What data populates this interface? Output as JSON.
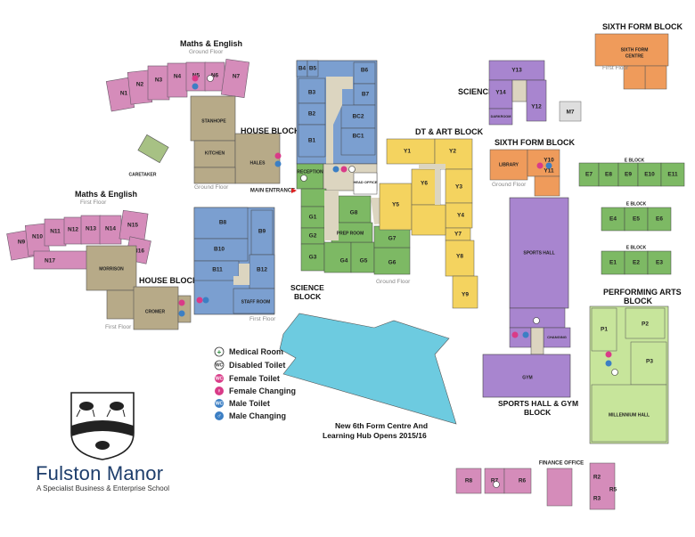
{
  "colors": {
    "pink": "#d58cba",
    "blue": "#7b9fd0",
    "khaki": "#b7aa88",
    "green": "#7db964",
    "yellow": "#f4d35f",
    "purple": "#a885cf",
    "orange": "#ef9b5b",
    "light_green": "#c7e59b",
    "cyan": "#6dcbe0",
    "corridor": "#dcd5c0"
  },
  "headings": {
    "maths_english_gf": "Maths & English",
    "ground_floor_1": "Ground Floor",
    "house_block_top": "HOUSE BLOCK",
    "caretaker": "CARETAKER",
    "ground_floor_2": "Ground Floor",
    "main_entrance": "MAIN ENTRANCE",
    "maths_english_ff": "Maths & English",
    "first_floor_1": "First Floor",
    "house_block_bottom": "HOUSE BLOCK",
    "first_floor_2": "First Floor",
    "first_floor_3": "First Floor",
    "science_block": "SCIENCE",
    "science_block_2": "BLOCK",
    "ground_floor_3": "Ground Floor",
    "dt_art": "DT & ART BLOCK",
    "science": "SCIENCE",
    "sixth_form_block_top": "SIXTH FORM BLOCK",
    "first_floor_4": "First Floor",
    "sixth_form_block": "SIXTH FORM BLOCK",
    "ground_floor_4": "Ground Floor",
    "e_block": "E BLOCK",
    "performing_arts": "PERFORMING ARTS",
    "performing_arts_2": "BLOCK",
    "sports_gym": "SPORTS HALL & GYM",
    "sports_gym_2": "BLOCK",
    "finance_office": "FINANCE OFFICE",
    "new_6th_form": "New 6th Form Centre And",
    "new_6th_form_2": "Learning Hub Opens 2015/16"
  },
  "legend": [
    {
      "label": "Medical Room",
      "icon": "medical-icon",
      "glyph": "+",
      "color": "#ffffff"
    },
    {
      "label": "Disabled Toilet",
      "icon": "disabled-toilet-icon",
      "glyph": "WC",
      "color": "#ffffff"
    },
    {
      "label": "Female Toilet",
      "icon": "female-toilet-icon",
      "glyph": "WC",
      "color": "#d93b88"
    },
    {
      "label": "Female Changing",
      "icon": "female-changing-icon",
      "glyph": "♀",
      "color": "#d93b88"
    },
    {
      "label": "Male Toilet",
      "icon": "male-toilet-icon",
      "glyph": "WC",
      "color": "#3c7fc4"
    },
    {
      "label": "Male Changing",
      "icon": "male-changing-icon",
      "glyph": "♂",
      "color": "#3c7fc4"
    }
  ],
  "rooms": {
    "n1": "N1",
    "n2": "N2",
    "n3": "N3",
    "n4": "N4",
    "n5": "N5",
    "n6": "N6",
    "n7": "N7",
    "stanhope": "STANHOPE",
    "kitchen": "KITCHEN",
    "hales": "HALES",
    "n9": "N9",
    "n10": "N10",
    "n11": "N11",
    "n12": "N12",
    "n13": "N13",
    "n14": "N14",
    "n15": "N15",
    "n16": "N16",
    "n17": "N17",
    "morrison": "MORRISON",
    "cromer": "CROMER",
    "b8": "B8",
    "b9": "B9",
    "b10": "B10",
    "b11": "B11",
    "b12": "B12",
    "staff_room": "STAFF ROOM",
    "b4": "B4",
    "b5": "B5",
    "b6": "B6",
    "b3": "B3",
    "b7": "B7",
    "b2": "B2",
    "bc2": "BC2",
    "b1": "B1",
    "bc1": "BC1",
    "reception": "RECEPTION",
    "head_office": "HEAD OFFICE",
    "g1": "G1",
    "g2": "G2",
    "g3": "G3",
    "g4": "G4",
    "g5": "G5",
    "g6": "G6",
    "g7": "G7",
    "g8": "G8",
    "prep_room": "PREP ROOM",
    "y1": "Y1",
    "y2": "Y2",
    "y3": "Y3",
    "y4": "Y4",
    "y5": "Y5",
    "y6": "Y6",
    "y7": "Y7",
    "y8": "Y8",
    "y9": "Y9",
    "y10": "Y10",
    "y11": "Y11",
    "y12": "Y12",
    "y13": "Y13",
    "y14": "Y14",
    "m7": "M7",
    "darkroom": "DARKROOM",
    "sixth_form_centre": "SIXTH FORM",
    "sixth_form_centre_2": "CENTRE",
    "library": "LIBRARY",
    "e1": "E1",
    "e2": "E2",
    "e3": "E3",
    "e4": "E4",
    "e5": "E5",
    "e6": "E6",
    "e7": "E7",
    "e8": "E8",
    "e9": "E9",
    "e10": "E10",
    "e11": "E11",
    "sports_hall": "SPORTS HALL",
    "gym": "GYM",
    "changing": "CHANGING",
    "p1": "P1",
    "p2": "P2",
    "p3": "P3",
    "millennium_hall": "MILLENNIUM HALL",
    "r8": "R8",
    "r7": "R7",
    "r6": "R6",
    "r5": "R5",
    "r2": "R2",
    "r3": "R3"
  },
  "school": {
    "name": "Fulston Manor",
    "subtitle": "A Specialist Business & Enterprise School"
  }
}
